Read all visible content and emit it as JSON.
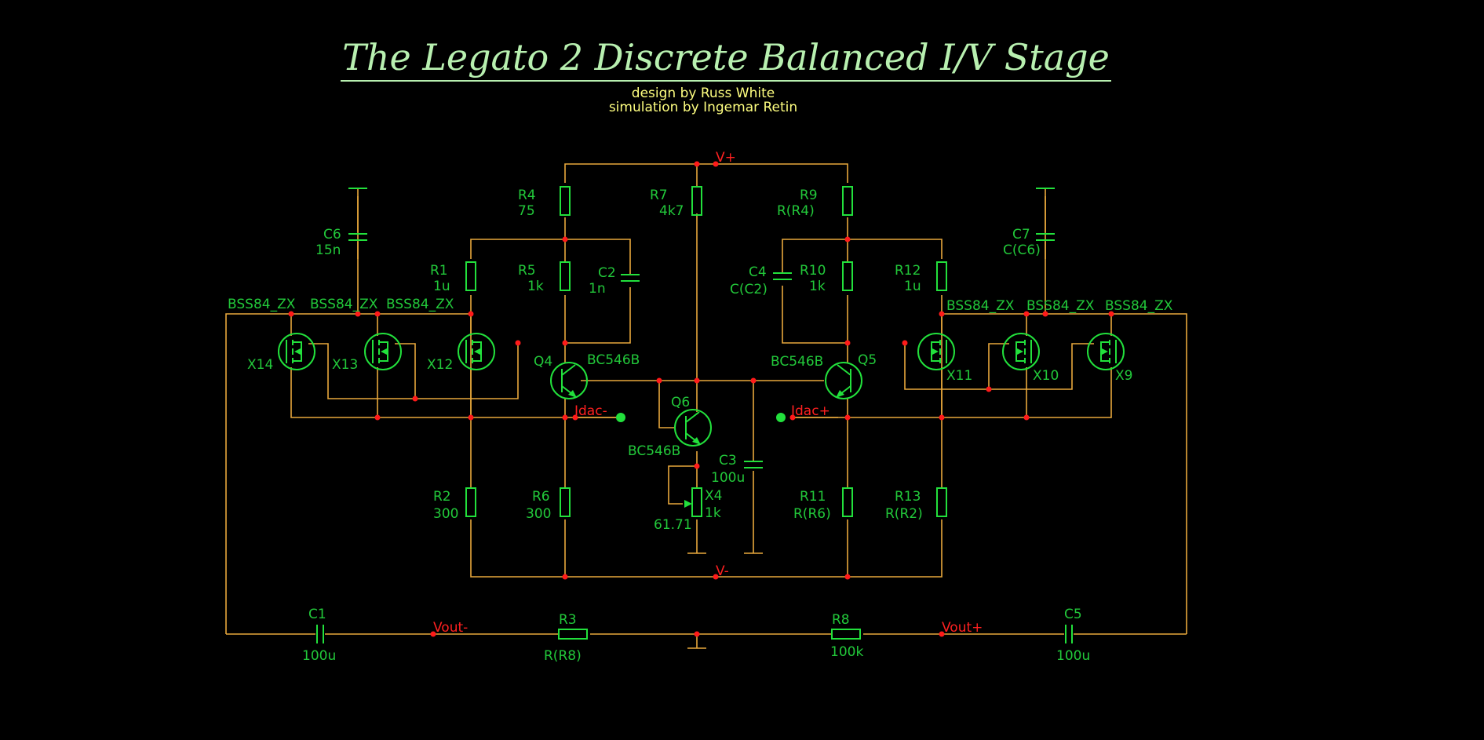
{
  "title": "The Legato 2 Discrete Balanced I/V Stage",
  "credits": {
    "design": "design by Russ White",
    "simulation": "simulation by Ingemar Retin"
  },
  "colors": {
    "background": "#000000",
    "wire": "#e8a83c",
    "component": "#22e03c",
    "net_label": "#ff2020",
    "title": "#b8f0b0",
    "credit": "#ffff80"
  },
  "nets": {
    "vplus": "V+",
    "vminus": "V-",
    "idac_minus": "Idac-",
    "idac_plus": "Idac+",
    "vout_minus": "Vout-",
    "vout_plus": "Vout+"
  },
  "components": {
    "R4": {
      "ref": "R4",
      "value": "75"
    },
    "R7": {
      "ref": "R7",
      "value": "4k7"
    },
    "R9": {
      "ref": "R9",
      "value": "R(R4)"
    },
    "C6": {
      "ref": "C6",
      "value": "15n"
    },
    "C7": {
      "ref": "C7",
      "value": "C(C6)"
    },
    "R1": {
      "ref": "R1",
      "value": "1u"
    },
    "R5": {
      "ref": "R5",
      "value": "1k"
    },
    "C2": {
      "ref": "C2",
      "value": "1n"
    },
    "C4": {
      "ref": "C4",
      "value": "C(C2)"
    },
    "R10": {
      "ref": "R10",
      "value": "1k"
    },
    "R12": {
      "ref": "R12",
      "value": "1u"
    },
    "X14": {
      "ref": "X14",
      "model": "BSS84_ZX"
    },
    "X13": {
      "ref": "X13",
      "model": "BSS84_ZX"
    },
    "X12": {
      "ref": "X12",
      "model": "BSS84_ZX"
    },
    "X11": {
      "ref": "X11",
      "model": "BSS84_ZX"
    },
    "X10": {
      "ref": "X10",
      "model": "BSS84_ZX"
    },
    "X9": {
      "ref": "X9",
      "model": "BSS84_ZX"
    },
    "Q4": {
      "ref": "Q4",
      "model": "BC546B"
    },
    "Q5": {
      "ref": "Q5",
      "model": "BC546B"
    },
    "Q6": {
      "ref": "Q6",
      "model": "BC546B"
    },
    "C3": {
      "ref": "C3",
      "value": "100u"
    },
    "X4": {
      "ref": "X4",
      "value": "1k",
      "setting": "61.71"
    },
    "R2": {
      "ref": "R2",
      "value": "300"
    },
    "R6": {
      "ref": "R6",
      "value": "300"
    },
    "R11": {
      "ref": "R11",
      "value": "R(R6)"
    },
    "R13": {
      "ref": "R13",
      "value": "R(R2)"
    },
    "C1": {
      "ref": "C1",
      "value": "100u"
    },
    "R3": {
      "ref": "R3",
      "value": "R(R8)"
    },
    "R8": {
      "ref": "R8",
      "value": "100k"
    },
    "C5": {
      "ref": "C5",
      "value": "100u"
    }
  }
}
